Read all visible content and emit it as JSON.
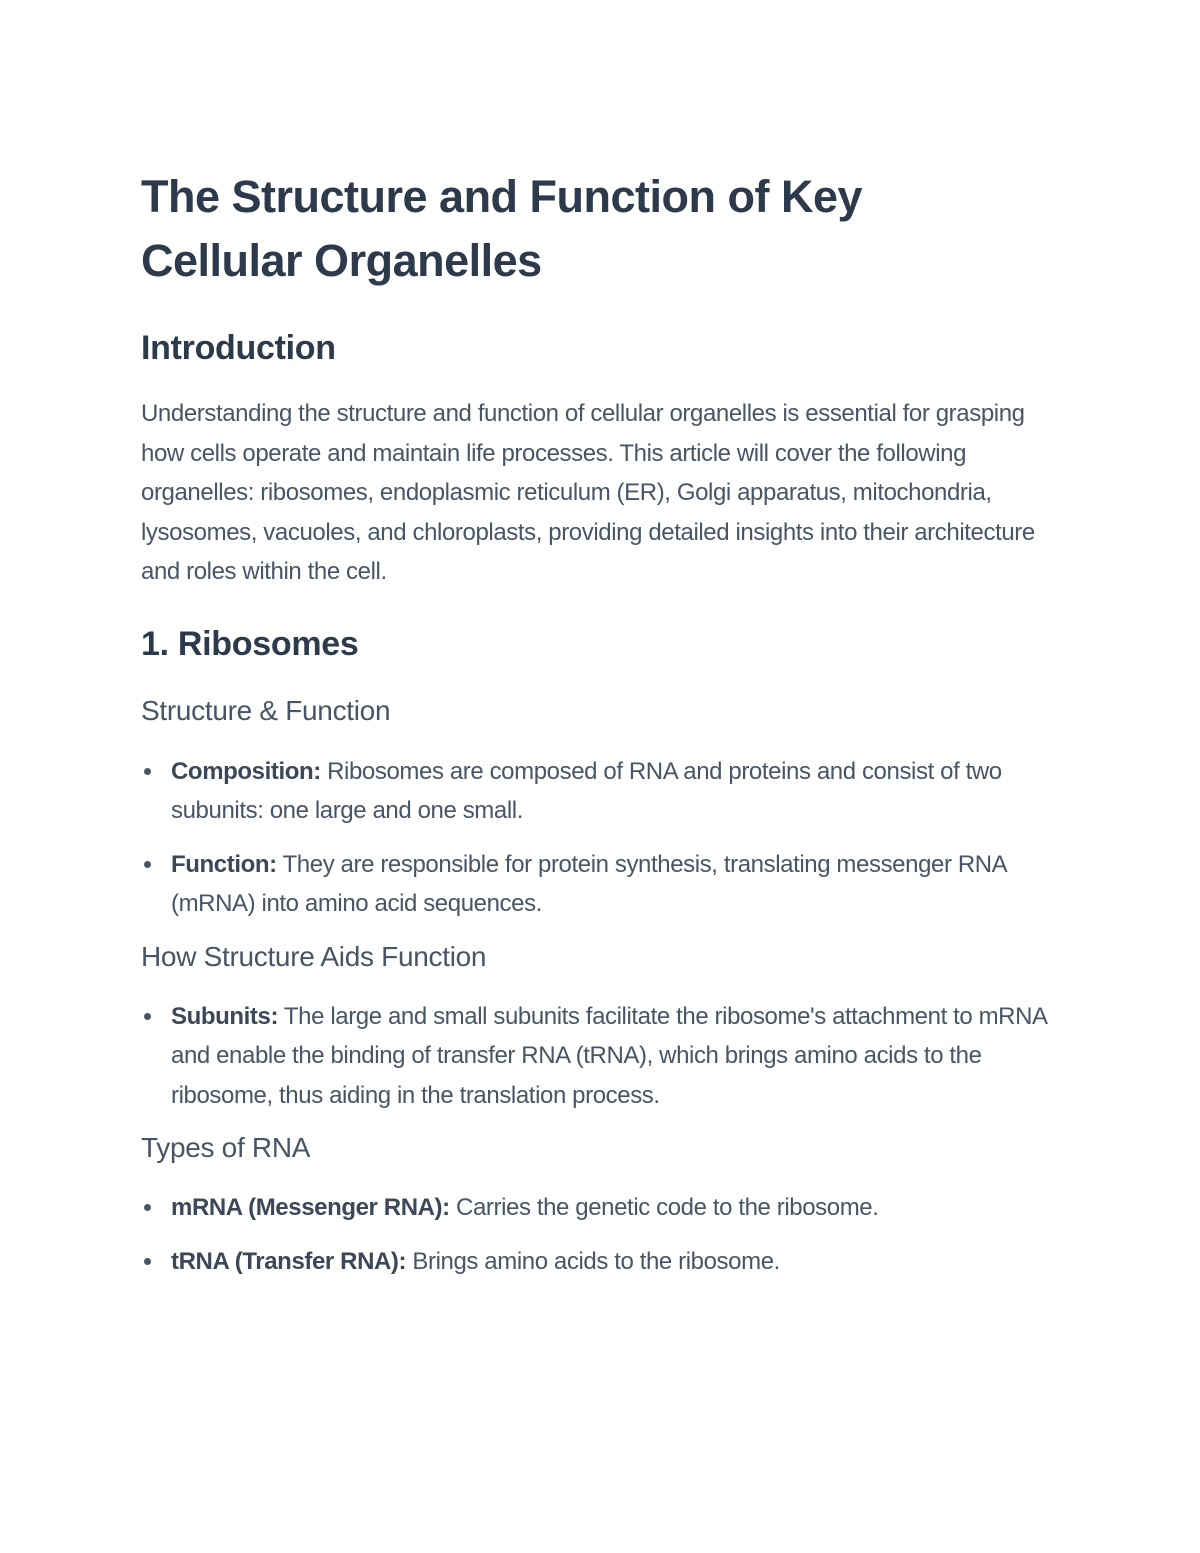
{
  "document": {
    "title": "The Structure and Function of Key Cellular Organelles",
    "title_line1": "The Structure and Function of Key",
    "title_line2": "Cellular Organelles",
    "introduction": {
      "heading": "Introduction",
      "paragraph": "Understanding the structure and function of cellular organelles is essential for grasping how cells operate and maintain life processes. This article will cover the following organelles: ribosomes, endoplasmic reticulum (ER), Golgi apparatus, mitochondria, lysosomes, vacuoles, and chloroplasts, providing detailed insights into their architecture and roles within the cell."
    },
    "sections": [
      {
        "heading": "1. Ribosomes",
        "subsections": [
          {
            "heading": "Structure & Function",
            "bullets": [
              {
                "label": "Composition:",
                "text": " Ribosomes are composed of RNA and proteins and consist of two subunits: one large and one small."
              },
              {
                "label": "Function:",
                "text": " They are responsible for protein synthesis, translating messenger RNA (mRNA) into amino acid sequences."
              }
            ]
          },
          {
            "heading": "How Structure Aids Function",
            "bullets": [
              {
                "label": "Subunits:",
                "text": " The large and small subunits facilitate the ribosome's attachment to mRNA and enable the binding of transfer RNA (tRNA), which brings amino acids to the ribosome, thus aiding in the translation process."
              }
            ]
          },
          {
            "heading": "Types of RNA",
            "bullets": [
              {
                "label": "mRNA (Messenger RNA):",
                "text": " Carries the genetic code to the ribosome."
              },
              {
                "label": "tRNA (Transfer RNA):",
                "text": " Brings amino acids to the ribosome."
              }
            ]
          }
        ]
      }
    ],
    "colors": {
      "heading": "#2d3a4c",
      "body": "#475565",
      "background": "#ffffff"
    }
  }
}
